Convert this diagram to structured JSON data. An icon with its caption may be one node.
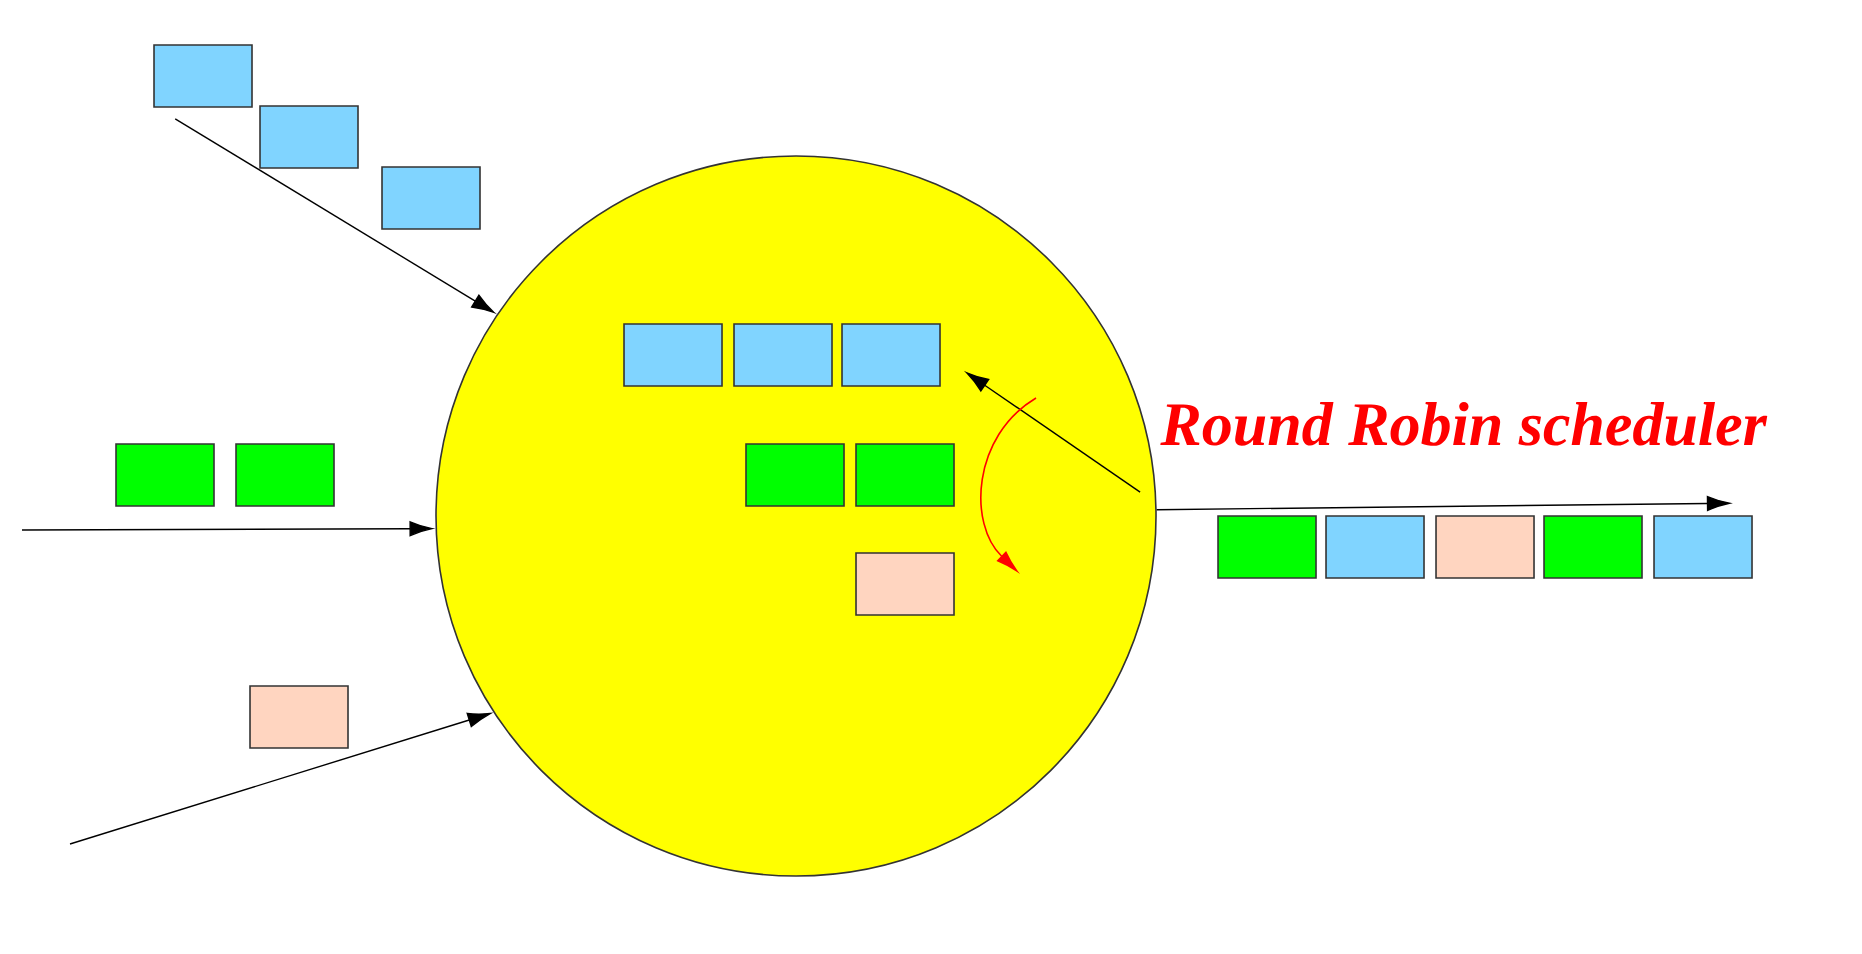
{
  "diagram": {
    "nodes": [
      {
        "text": [],
        "shape": "box"
      },
      {
        "text": [],
        "shape": "box"
      },
      {
        "text": [],
        "shape": "box"
      },
      {
        "text": [],
        "shape": "box"
      },
      {
        "text": [],
        "shape": "box"
      },
      {
        "text": [],
        "shape": "box"
      },
      {
        "text": [],
        "shape": "circle"
      },
      {
        "text": [],
        "shape": "box",
        "in": 6
      },
      {
        "text": [],
        "shape": "box",
        "in": 6
      },
      {
        "text": [],
        "shape": "box",
        "in": 6
      },
      {
        "text": [],
        "shape": "box",
        "in": 6
      },
      {
        "text": [],
        "shape": "box",
        "in": 6
      },
      {
        "text": [],
        "shape": "box",
        "in": 6
      },
      {
        "text": [],
        "shape": "box"
      },
      {
        "text": [],
        "shape": "box"
      },
      {
        "text": [],
        "shape": "box"
      },
      {
        "text": [],
        "shape": "box"
      },
      {
        "text": [],
        "shape": "box"
      }
    ],
    "edges": [
      {
        "from": 0,
        "to": 6,
        "arrow": "to"
      },
      {
        "from": null,
        "to": 6,
        "arrow": "to"
      },
      {
        "from": null,
        "to": 6,
        "arrow": "to"
      },
      {
        "from": 6,
        "to": 17,
        "arrow": "to"
      },
      {
        "from": 6,
        "to": 9,
        "arrow": "to"
      }
    ],
    "labels": [
      "Round Robin scheduler"
    ]
  }
}
